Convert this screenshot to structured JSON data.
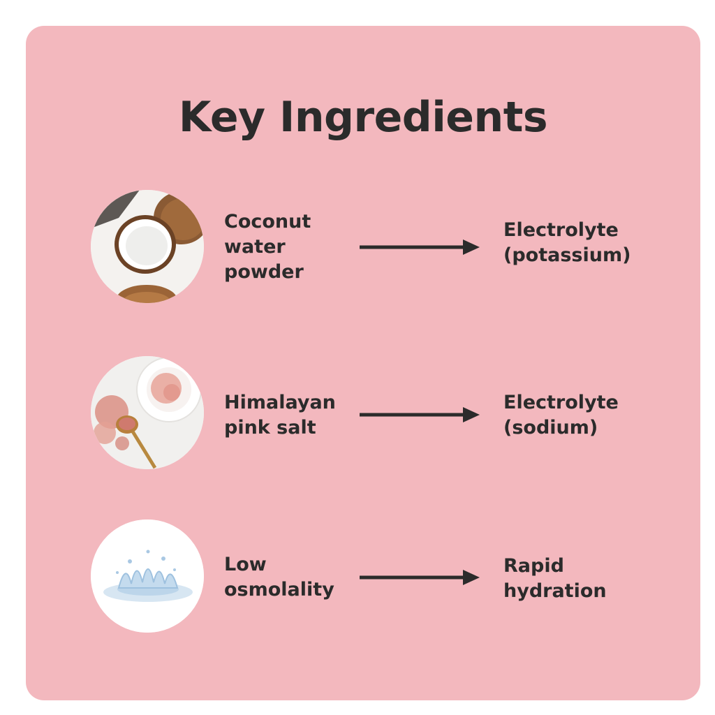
{
  "title": "Key Ingredients",
  "accent_color": "#f3b8be",
  "text_color": "#2b2b2b",
  "rows": [
    {
      "image": "coconut-image",
      "ingredient": "Coconut\nwater\npowder",
      "benefit": "Electrolyte\n(potassium)"
    },
    {
      "image": "pink-salt-image",
      "ingredient": "Himalayan\npink salt",
      "benefit": "Electrolyte\n(sodium)"
    },
    {
      "image": "water-splash-image",
      "ingredient": "Low\nosmolality",
      "benefit": "Rapid\nhydration"
    }
  ]
}
